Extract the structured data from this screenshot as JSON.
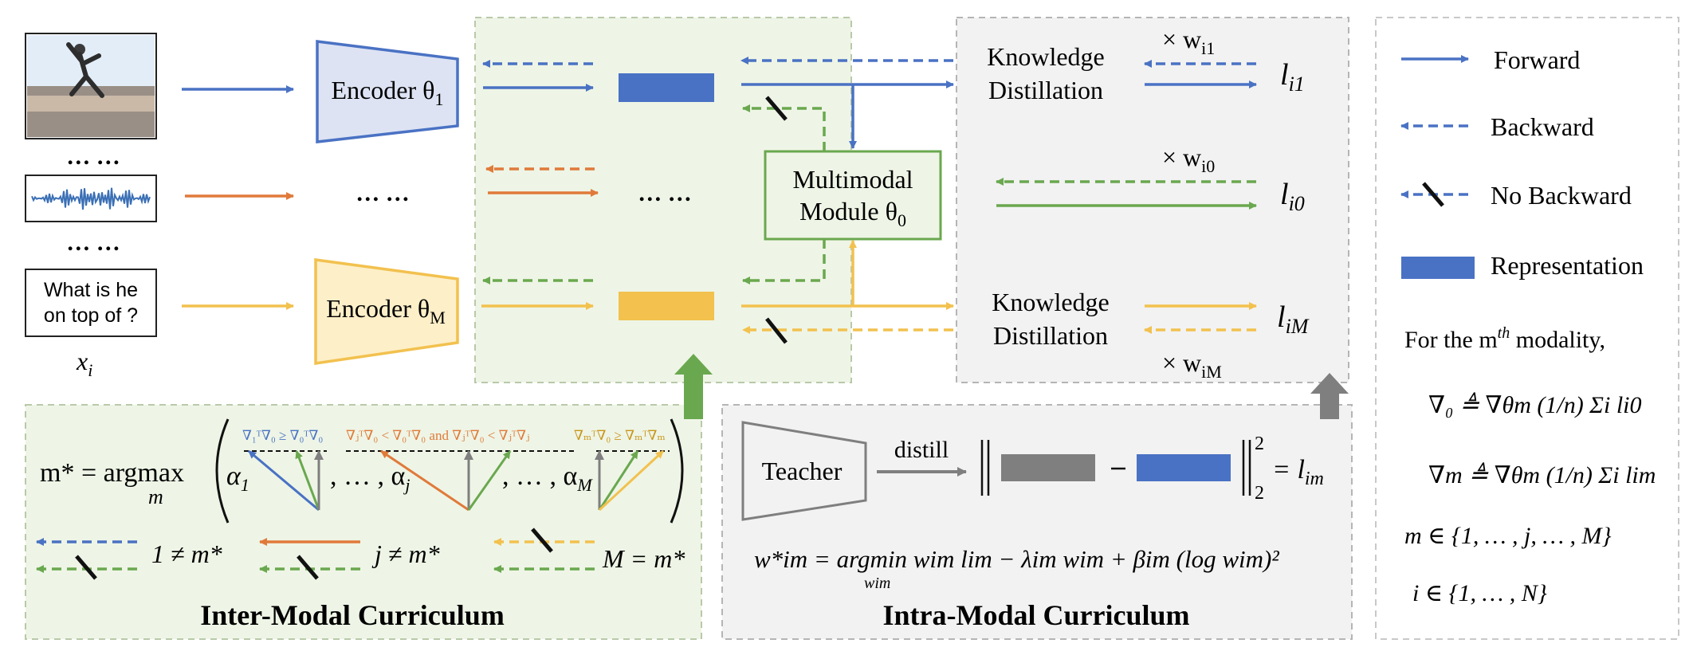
{
  "inputs": {
    "text_query_line1": "What is he",
    "text_query_line2": "on top of ?",
    "ellipsis": "… …",
    "sample_label": "x",
    "sample_sub": "i"
  },
  "encoders": {
    "first": "Encoder θ",
    "first_sub": "1",
    "last": "Encoder θ",
    "last_sub": "M",
    "mid_ellipsis": "… …",
    "rep_ellipsis": "… …"
  },
  "multimodal": {
    "line1": "Multimodal",
    "line2": "Module θ",
    "sub": "0"
  },
  "distillation": {
    "kd_top_1": "Knowledge",
    "kd_top_2": "Distillation",
    "kd_bot_1": "Knowledge",
    "kd_bot_2": "Distillation",
    "weight_top": "× w",
    "weight_top_sub": "i1",
    "weight_mid": "× w",
    "weight_mid_sub": "i0",
    "weight_bot": "× w",
    "weight_bot_sub": "iM",
    "loss_top": "l",
    "loss_top_sub": "i1",
    "loss_mid": "l",
    "loss_mid_sub": "i0",
    "loss_bot": "l",
    "loss_bot_sub": "iM"
  },
  "legend": {
    "forward": "Forward",
    "backward": "Backward",
    "no_backward": "No Backward",
    "representation": "Representation",
    "modality_text": "For the m",
    "modality_sup": "th",
    "modality_rest": " modality,",
    "grad0": "∇₀ ≜ ∇θm (1/n) Σi li0",
    "gradm": "∇m ≜ ∇θm (1/n) Σi lim",
    "set_m": "m ∈ {1, … , j, … , M}",
    "set_i": "i ∈ {1, … , N}"
  },
  "inter_modal": {
    "title": "Inter-Modal Curriculum",
    "m_star_eq": "m* = argmax",
    "argmax_sub": "m",
    "alpha_1": "α",
    "alpha_1_sub": "1",
    "alpha_j": ", … , α",
    "alpha_j_sub": "j",
    "alpha_M": ", … , α",
    "alpha_M_sub": "M",
    "cond_1": "∇₁ᵀ∇₀ ≥ ∇₀ᵀ∇₀",
    "cond_j": "∇ⱼᵀ∇₀ < ∇₀ᵀ∇₀ and ∇ⱼᵀ∇₀ < ∇ⱼᵀ∇ⱼ",
    "cond_M": "∇ₘᵀ∇₀ ≥ ∇ₘᵀ∇ₘ",
    "case_1": "1 ≠ m*",
    "case_j": "j ≠ m*",
    "case_M": "M = m*"
  },
  "intra_modal": {
    "title": "Intra-Modal Curriculum",
    "teacher": "Teacher",
    "distill": "distill",
    "loss_eq": "= l",
    "loss_eq_sub": "im",
    "norm_sup": "2",
    "norm_sub": "2",
    "w_star": "w*im = argmin wim lim − λim wim + βim (log wim)²",
    "argmin_sub": "wim"
  },
  "colors": {
    "blue": "#4a72c4",
    "orange": "#e07a3a",
    "green": "#6aa84f",
    "yellow": "#f2c14e",
    "gray": "#7f7f7f",
    "encoder_blue_fill": "#dde3f3",
    "encoder_yellow_fill": "#fdefc8",
    "green_panel": "#eef5e6",
    "gray_panel": "#f2f2f2"
  }
}
